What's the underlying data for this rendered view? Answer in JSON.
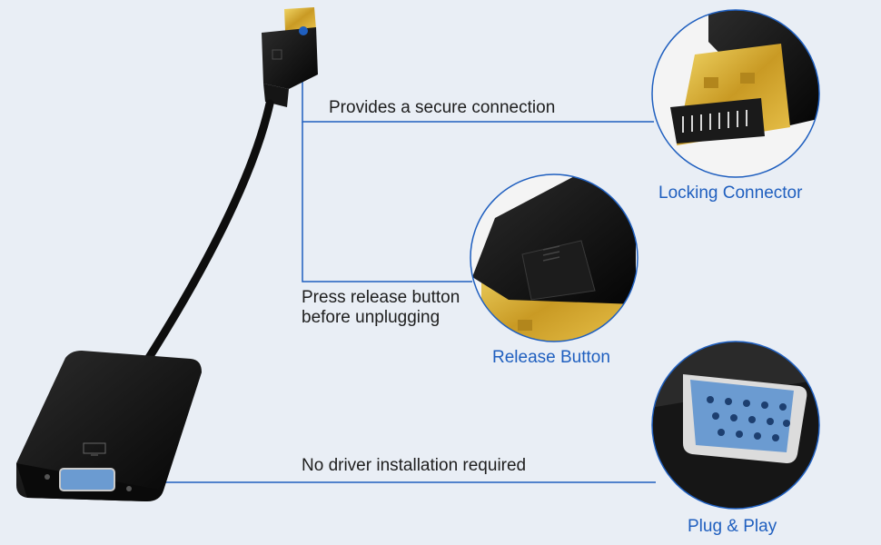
{
  "callouts": {
    "secure_connection": "Provides a secure connection",
    "release_line1": "Press release button",
    "release_line2": "before unplugging",
    "no_driver": "No driver installation required"
  },
  "captions": {
    "locking_connector": "Locking Connector",
    "release_button": "Release Button",
    "plug_and_play": "Plug & Play"
  },
  "colors": {
    "background": "#e9eef5",
    "accent_blue": "#1f5fbf",
    "gold": "#d8b43a",
    "body_black": "#111111",
    "vga_port_blue": "#6b9bd1"
  }
}
